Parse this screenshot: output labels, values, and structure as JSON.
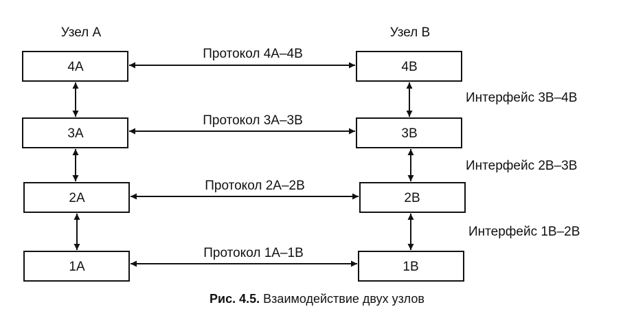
{
  "nodes": {
    "a_title": "Узел А",
    "b_title": "Узел В"
  },
  "layers_a": [
    "4А",
    "3А",
    "2А",
    "1А"
  ],
  "layers_b": [
    "4В",
    "3В",
    "2В",
    "1В"
  ],
  "protocols": [
    "Протокол 4А–4В",
    "Протокол 3А–3В",
    "Протокол 2А–2В",
    "Протокол 1А–1В"
  ],
  "interfaces": [
    "Интерфейс 3В–4В",
    "Интерфейс 2В–3В",
    "Интерфейс 1В–2В"
  ],
  "caption": {
    "prefix": "Рис. 4.5.",
    "text": "Взаимодействие двух узлов"
  }
}
